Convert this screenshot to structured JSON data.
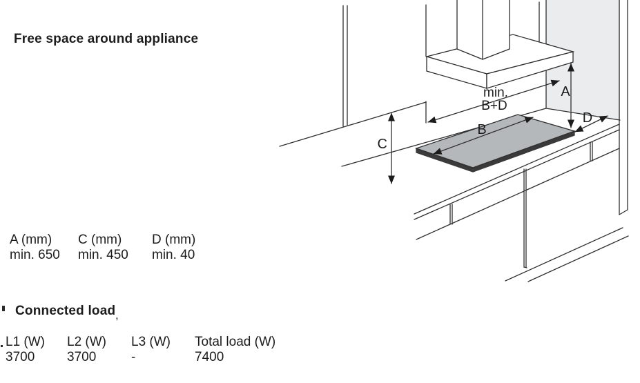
{
  "sections": {
    "free_space": {
      "heading": "Free space around appliance"
    },
    "dimensions_table": {
      "columns": [
        {
          "header": "A (mm)",
          "value": "min. 650"
        },
        {
          "header": "C (mm)",
          "value": "min. 450"
        },
        {
          "header": "D (mm)",
          "value": "min. 40"
        }
      ]
    },
    "connected_load": {
      "heading": "Connected load",
      "heading_mark": ",",
      "columns": [
        {
          "header": "L1 (W)",
          "value": "3700"
        },
        {
          "header": "L2 (W)",
          "value": "3700"
        },
        {
          "header": "L3 (W)",
          "value": "-"
        },
        {
          "header": "Total load (W)",
          "value": "7400"
        }
      ]
    }
  },
  "diagram": {
    "labels": {
      "a": "A",
      "b": "B",
      "c": "C",
      "d": "D",
      "min": "min.",
      "b_plus_d": "B+D"
    },
    "colors": {
      "line": "#2e2e2e",
      "hob_fill": "#b5b8ba",
      "hob_edge": "#3a3a3a",
      "panel_fill": "#eaecee"
    }
  }
}
